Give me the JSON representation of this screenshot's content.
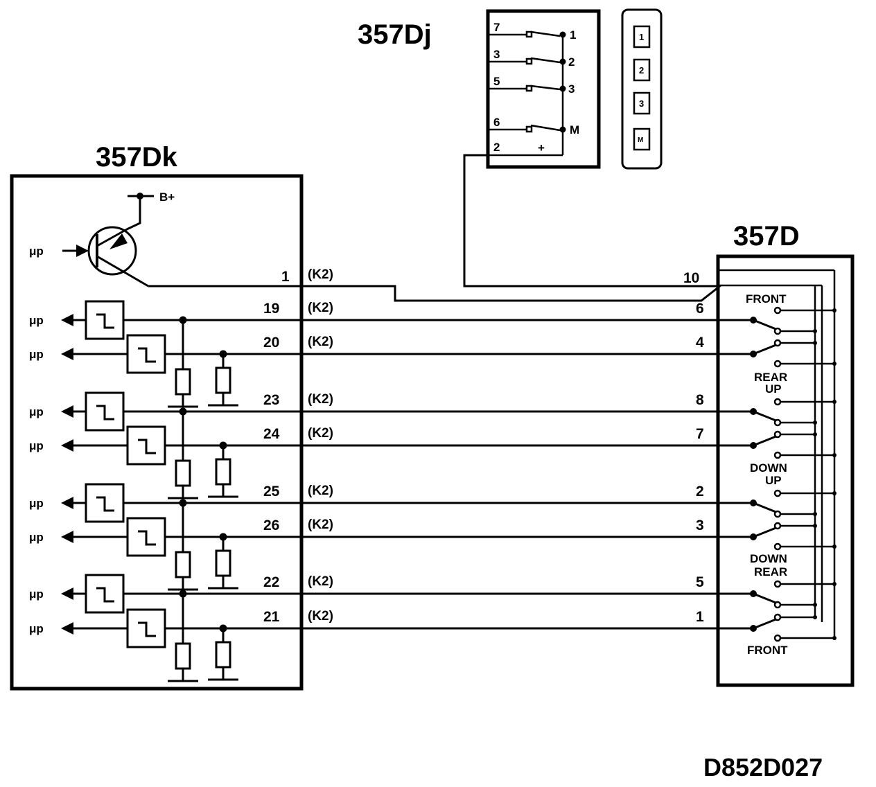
{
  "labels": {
    "ecu": "357Dk",
    "selector": "357Dj",
    "switch_block": "357D",
    "drawing_code": "D852D027",
    "b_plus": "B+",
    "mu_p": "μp",
    "k2": "(K2)",
    "plus": "+"
  },
  "ecu_pins": [
    "1",
    "19",
    "20",
    "23",
    "24",
    "25",
    "26",
    "22",
    "21"
  ],
  "switch_pins": [
    "10",
    "6",
    "4",
    "8",
    "7",
    "2",
    "3",
    "5",
    "1"
  ],
  "section_labels": [
    "FRONT",
    "REAR",
    "UP",
    "DOWN",
    "UP",
    "DOWN",
    "REAR",
    "FRONT"
  ],
  "selector_pins_left": [
    "7",
    "3",
    "5",
    "6",
    "2"
  ],
  "selector_pins_right": [
    "1",
    "2",
    "3",
    "M"
  ],
  "keypad_buttons": [
    "1",
    "2",
    "3",
    "M"
  ]
}
